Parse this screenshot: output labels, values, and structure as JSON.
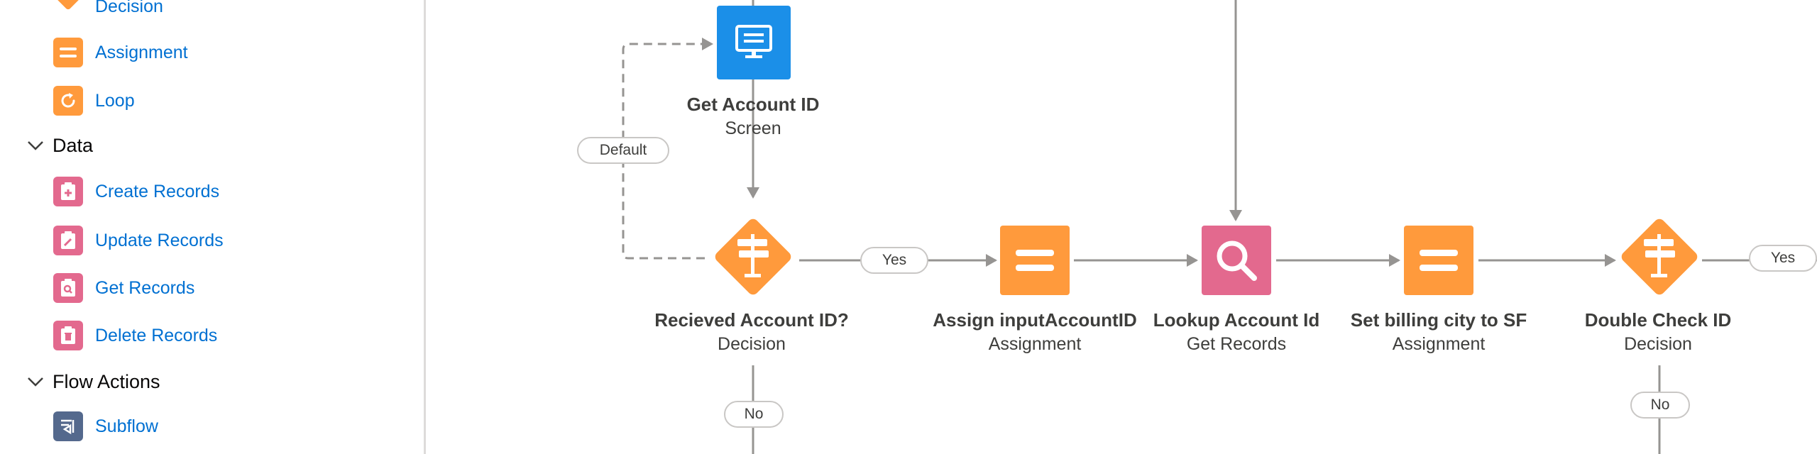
{
  "sidebar": {
    "logic_items": [
      {
        "label": "Decision",
        "icon": "decision-icon"
      },
      {
        "label": "Assignment",
        "icon": "assignment-icon"
      },
      {
        "label": "Loop",
        "icon": "loop-icon"
      }
    ],
    "sections": {
      "data": "Data",
      "flow_actions": "Flow Actions"
    },
    "data_items": [
      {
        "label": "Create Records",
        "icon": "create-records-icon"
      },
      {
        "label": "Update Records",
        "icon": "update-records-icon"
      },
      {
        "label": "Get Records",
        "icon": "get-records-icon"
      },
      {
        "label": "Delete Records",
        "icon": "delete-records-icon"
      }
    ],
    "flow_action_items": [
      {
        "label": "Subflow",
        "icon": "subflow-icon"
      }
    ]
  },
  "canvas": {
    "nodes": {
      "get_account_id": {
        "title": "Get Account ID",
        "type": "Screen"
      },
      "received_account_id": {
        "title": "Recieved Account ID?",
        "type": "Decision"
      },
      "assign_input": {
        "title": "Assign inputAccountID",
        "type": "Assignment"
      },
      "lookup_account": {
        "title": "Lookup Account Id",
        "type": "Get Records"
      },
      "set_billing_city": {
        "title": "Set billing city to SF",
        "type": "Assignment"
      },
      "double_check": {
        "title": "Double Check ID",
        "type": "Decision"
      }
    },
    "connectors": {
      "default": "Default",
      "yes_1": "Yes",
      "no_1": "No",
      "yes_2": "Yes",
      "no_2": "No"
    }
  },
  "colors": {
    "link": "#0070d2",
    "orange": "#ff9a3c",
    "pink": "#e3698e",
    "screen_blue": "#1b8fe8",
    "navy": "#54698d",
    "connector": "#969492"
  }
}
